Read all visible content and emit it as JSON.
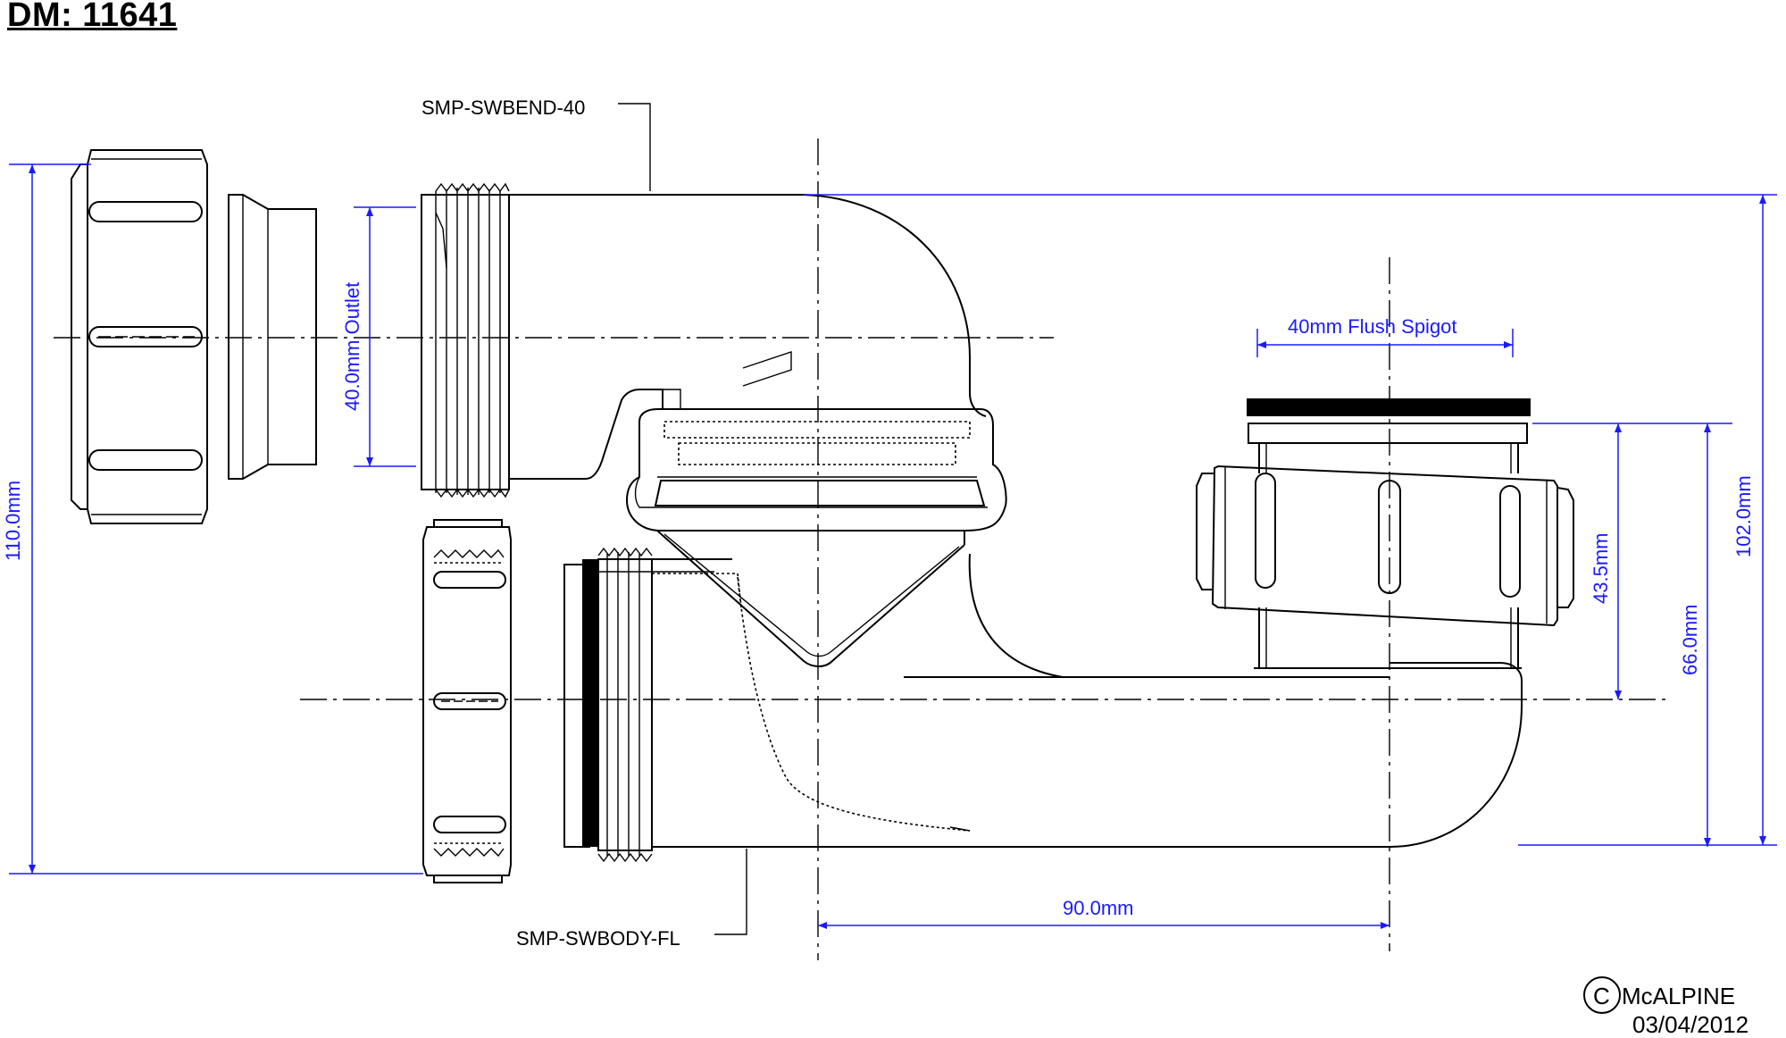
{
  "title": "DM: 11641",
  "labels": {
    "top_part": "SMP-SWBEND-40",
    "bottom_part": "SMP-SWBODY-FL"
  },
  "dimensions": {
    "height_total": "110.0mm",
    "outlet": "40.0mm Outlet",
    "flush_spigot": "40mm Flush Spigot",
    "height_spigot": "43.5mm",
    "height_body": "66.0mm",
    "height_overall": "102.0mm",
    "horizontal": "90.0mm"
  },
  "copyright": {
    "symbol": "C",
    "company": "McALPINE",
    "date": "03/04/2012"
  },
  "colors": {
    "dimension": "#1a1aff",
    "line": "#000000"
  }
}
